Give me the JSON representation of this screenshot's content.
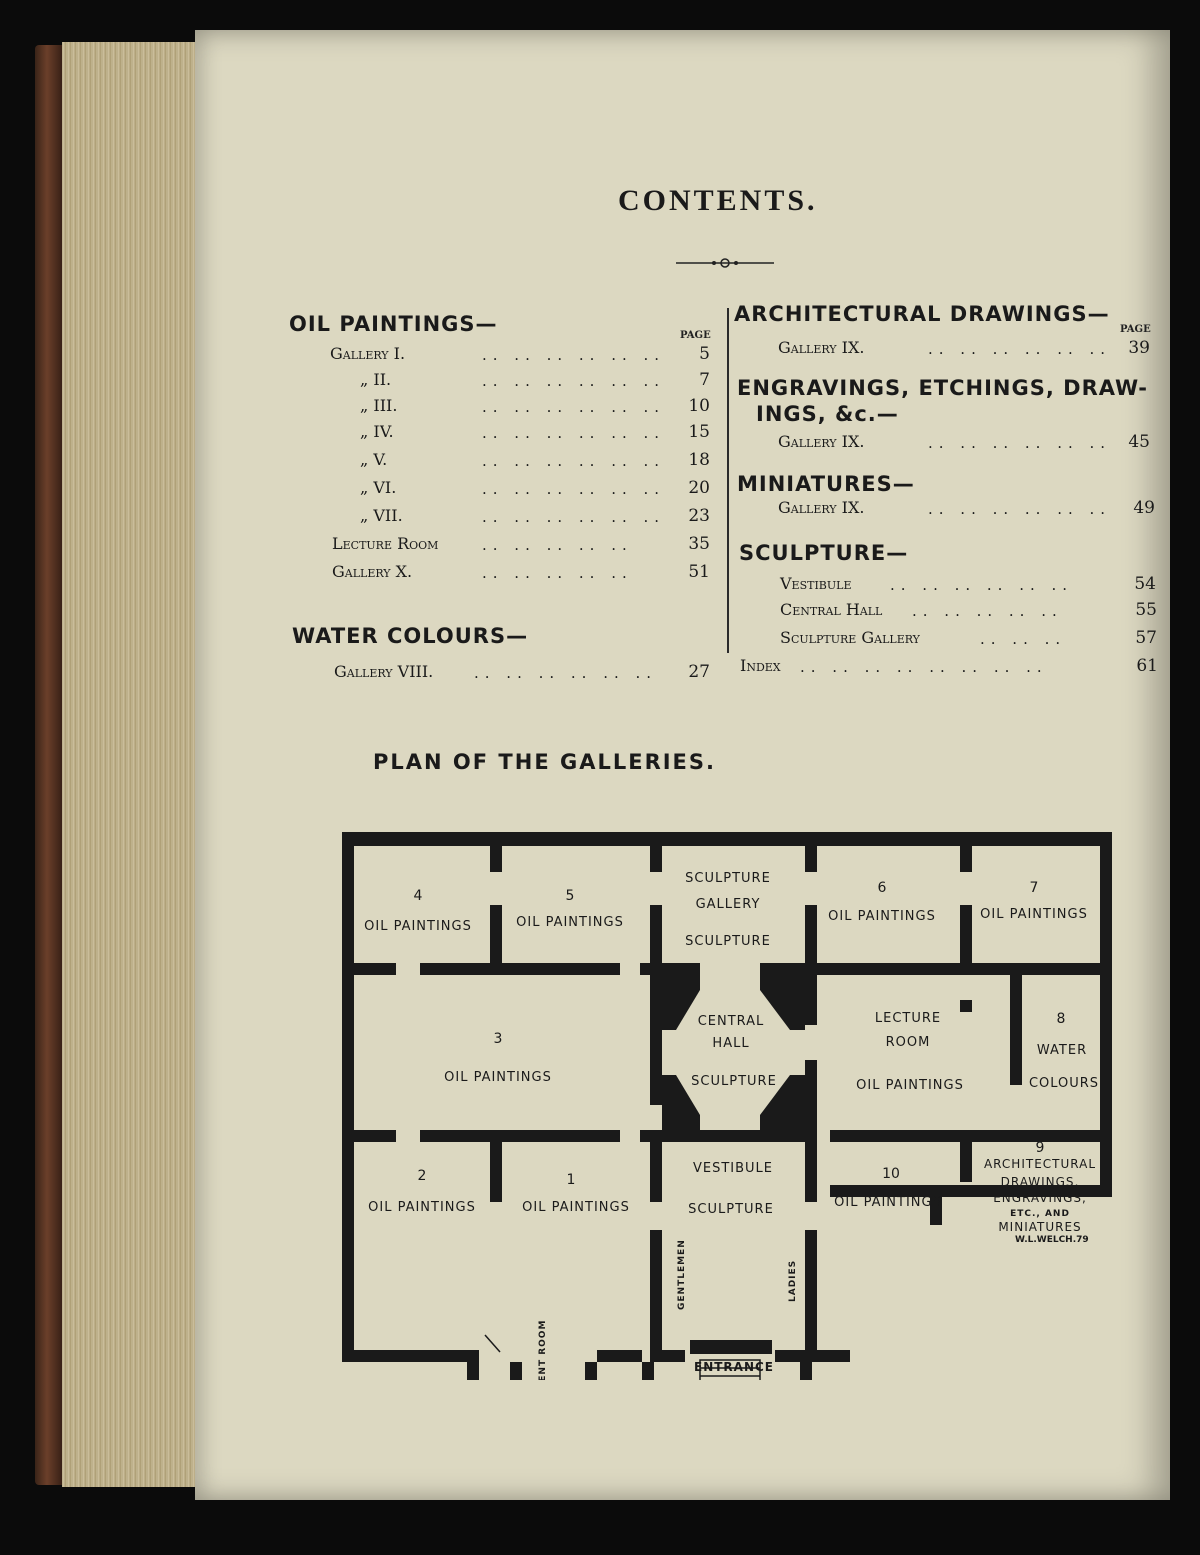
{
  "title": "CONTENTS.",
  "page_label": "PAGE",
  "left_sections": [
    {
      "heading": "OIL PAINTINGS—",
      "rows": [
        {
          "label": "Gallery I.",
          "page": "5"
        },
        {
          "label": "„ II.",
          "page": "7"
        },
        {
          "label": "„ III.",
          "page": "10"
        },
        {
          "label": "„ IV.",
          "page": "15"
        },
        {
          "label": "„ V.",
          "page": "18"
        },
        {
          "label": "„ VI.",
          "page": "20"
        },
        {
          "label": "„ VII.",
          "page": "23"
        },
        {
          "label": "Lecture Room",
          "page": "35"
        },
        {
          "label": "Gallery X.",
          "page": "51"
        }
      ]
    },
    {
      "heading": "WATER COLOURS—",
      "rows": [
        {
          "label": "Gallery VIII.",
          "page": "27"
        }
      ]
    }
  ],
  "right_sections": [
    {
      "heading": "ARCHITECTURAL DRAWINGS—",
      "rows": [
        {
          "label": "Gallery IX.",
          "page": "39"
        }
      ]
    },
    {
      "heading": "ENGRAVINGS, ETCHINGS, DRAW-",
      "heading2": "INGS, &c.—",
      "rows": [
        {
          "label": "Gallery IX.",
          "page": "45"
        }
      ]
    },
    {
      "heading": "MINIATURES—",
      "rows": [
        {
          "label": "Gallery IX.",
          "page": "49"
        }
      ]
    },
    {
      "heading": "SCULPTURE—",
      "rows": [
        {
          "label": "Vestibule",
          "page": "54"
        },
        {
          "label": "Central Hall",
          "page": "55"
        },
        {
          "label": "Sculpture Gallery",
          "page": "57"
        }
      ]
    }
  ],
  "index_row": {
    "label": "Index",
    "page": "61"
  },
  "plan": {
    "title": "PLAN OF THE GALLERIES.",
    "rooms": {
      "r4": {
        "number": "4",
        "label": "OIL PAINTINGS"
      },
      "r5": {
        "number": "5",
        "label": "OIL PAINTINGS"
      },
      "r6": {
        "number": "6",
        "label": "OIL PAINTINGS"
      },
      "r7": {
        "number": "7",
        "label": "OIL PAINTINGS"
      },
      "r3": {
        "number": "3",
        "label": "OIL PAINTINGS"
      },
      "r8": {
        "number": "8",
        "line1": "WATER",
        "line2": "COLOURS"
      },
      "r2": {
        "number": "2",
        "label": "OIL PAINTINGS"
      },
      "r1": {
        "number": "1",
        "label": "OIL PAINTINGS"
      },
      "r10": {
        "number": "10",
        "label": "OIL PAINTINGS"
      },
      "r9": {
        "number": "9",
        "line1": "ARCHITECTURAL",
        "line2": "DRAWINGS,",
        "line3": "ENGRAVINGS,",
        "line4": "ETC., AND",
        "line5": "MINIATURES"
      },
      "lecture": {
        "line1": "LECTURE",
        "line2": "ROOM",
        "label": "OIL PAINTINGS"
      }
    },
    "sculpture_gallery": {
      "line1": "SCULPTURE",
      "line2": "GALLERY",
      "line3": "SCULPTURE"
    },
    "central_hall": {
      "line1": "CENTRAL",
      "line2": "HALL",
      "line3": "SCULPTURE"
    },
    "vestibule": {
      "line1": "VESTIBULE",
      "line2": "SCULPTURE"
    },
    "refreshment": "REFRESHMENT ROOM",
    "gentlemen": "GENTLEMEN",
    "ladies": "LADIES",
    "entrance": "ENTRANCE",
    "signature": "W.L.WELCH.79"
  }
}
